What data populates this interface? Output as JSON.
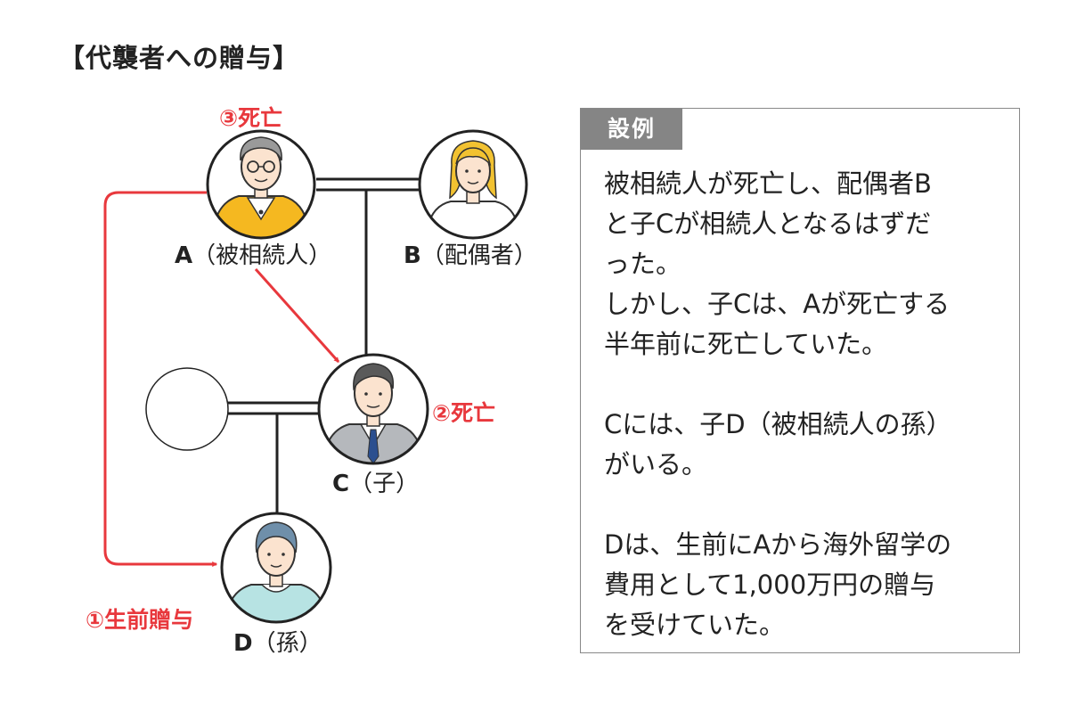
{
  "title": "【代襲者への贈与】",
  "persons": {
    "a": {
      "letter": "A",
      "role": "（被相続人）"
    },
    "b": {
      "letter": "B",
      "role": "（配偶者）"
    },
    "c": {
      "letter": "C",
      "role": "（子）"
    },
    "d": {
      "letter": "D",
      "role": "（孫）"
    }
  },
  "events": {
    "a_death": "③死亡",
    "c_death": "②死亡",
    "gift": "①生前贈与"
  },
  "example": {
    "tag": "設例",
    "lines": [
      "被相続人が死亡し、配偶者B",
      "と子Cが相続人となるはずだ",
      "った。",
      "しかし、子Cは、Aが死亡する",
      "半年前に死亡していた。",
      "",
      "Cには、子D（被相続人の孫）",
      "がいる。",
      "",
      "Dは、生前にAから海外留学の",
      "費用として1,000万円の贈与",
      "を受けていた。"
    ]
  },
  "colors": {
    "accent_red": "#e8383d",
    "tag_gray": "#858585",
    "line_dark": "#222222",
    "shirt_yellow": "#f5b820",
    "hair_gray": "#9a9a9a",
    "hair_blonde": "#f2c231",
    "suit_gray": "#b5b8bc",
    "tie_blue": "#2b4f8f",
    "shirt_teal": "#b7e3e3",
    "hair_bluegray": "#6f8faa"
  },
  "icons": {
    "a": "elderly-man-avatar",
    "b": "elderly-woman-avatar",
    "c": "businessman-avatar",
    "d": "young-person-avatar",
    "spouse_c": "empty-circle"
  }
}
